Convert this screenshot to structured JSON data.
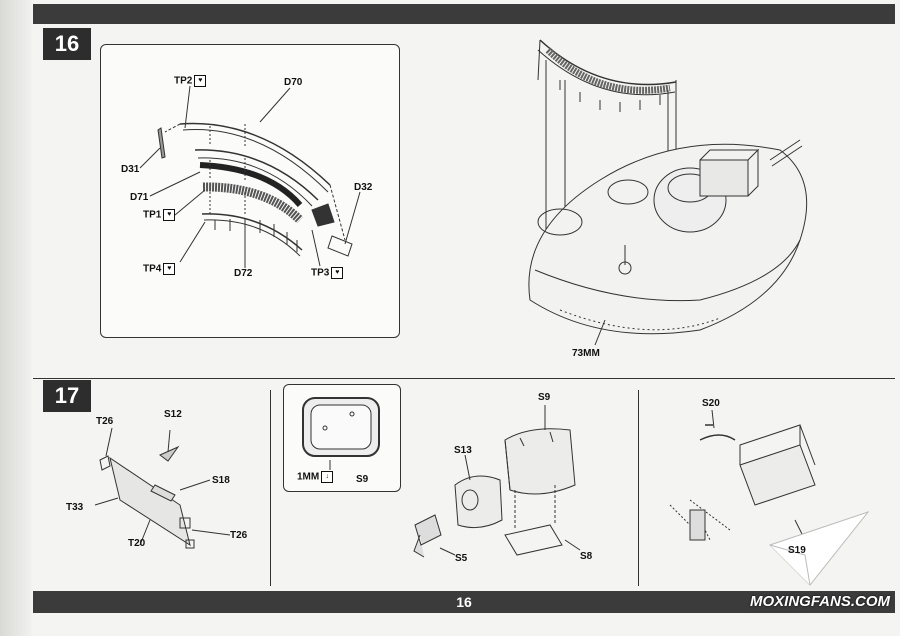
{
  "header": {
    "page_number": "16"
  },
  "steps": {
    "s16": "16",
    "s17": "17"
  },
  "step16": {
    "labels": {
      "tp2": "TP2",
      "d70": "D70",
      "d31": "D31",
      "d71": "D71",
      "d32": "D32",
      "tp1": "TP1",
      "tp4": "TP4",
      "d72": "D72",
      "tp3": "TP3",
      "mm73": "73MM"
    }
  },
  "step17": {
    "labels": {
      "t26a": "T26",
      "s12": "S12",
      "s18": "S18",
      "t33": "T33",
      "t20": "T20",
      "t26b": "T26",
      "mm1": "1MM",
      "s9a": "S9",
      "s9b": "S9",
      "s13": "S13",
      "s5": "S5",
      "s8": "S8",
      "s20": "S20",
      "s19": "S19"
    }
  },
  "watermark": "MOXINGFANS.COM",
  "icons": {
    "pe_tag": "photo-etch-tag-icon",
    "arrow": "down-arrow-icon"
  }
}
